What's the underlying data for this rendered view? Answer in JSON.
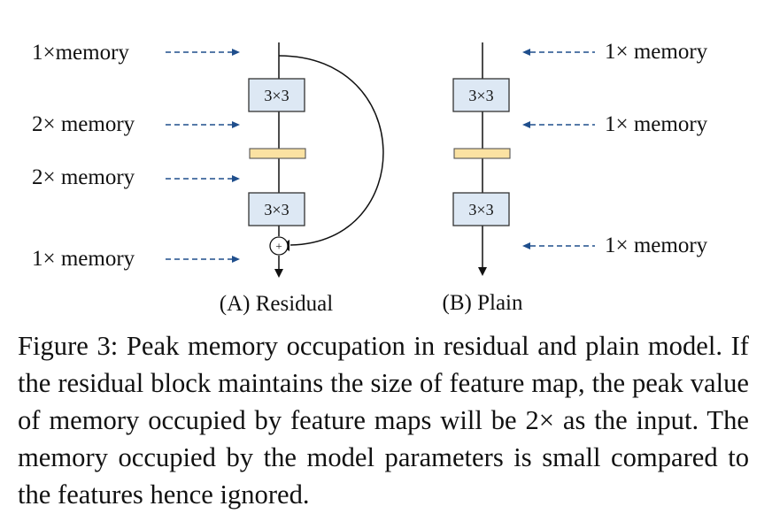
{
  "residual": {
    "caption": "(A) Residual",
    "memory_labels": [
      "1×memory",
      "2× memory",
      "2× memory",
      "1× memory"
    ],
    "conv_labels": [
      "3×3",
      "3×3"
    ],
    "add_symbol": "+"
  },
  "plain": {
    "caption": "(B) Plain",
    "memory_labels": [
      "1× memory",
      "1× memory",
      "1× memory"
    ],
    "conv_labels": [
      "3×3",
      "3×3"
    ]
  },
  "figure_caption": "Figure 3: Peak memory occupation in residual and plain model. If the residual block maintains the size of feature map, the peak value of memory occupied by feature maps will be 2× as the input. The memory occupied by the model parameters is small compared to the features hence ignored.",
  "colors": {
    "conv_box_fill": "#dde8f4",
    "norm_bar_fill": "#fbe2a2",
    "dashed_arrow": "#1f4e8c"
  }
}
